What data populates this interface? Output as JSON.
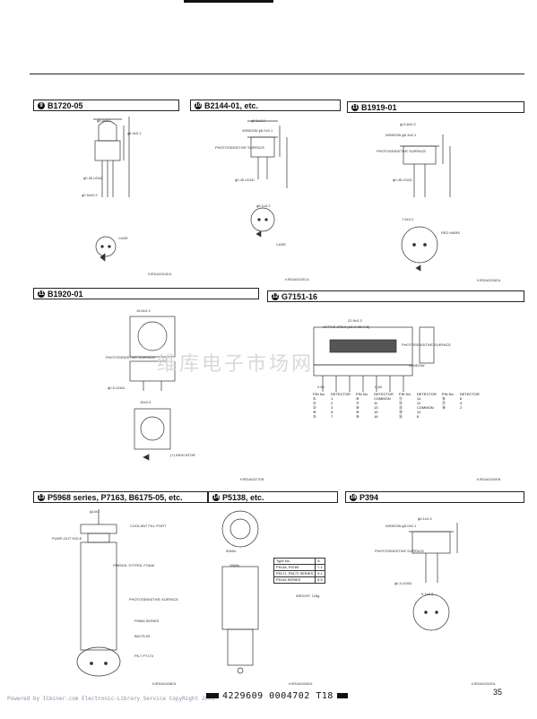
{
  "sections": [
    {
      "badge": "9",
      "title": "B1720-05",
      "code": "KIRDA0024EA"
    },
    {
      "badge": "10",
      "title": "B2144-01, etc.",
      "code": "KIRDA0025CA"
    },
    {
      "badge": "11",
      "title": "B1919-01",
      "code": "KIRDA0026EA"
    },
    {
      "badge": "11",
      "title": "B1920-01",
      "code": "KIRDA0027EB"
    },
    {
      "badge": "12",
      "title": "G7151-16",
      "code": "KIRDA0030EB"
    },
    {
      "badge": "13",
      "title": "P5968 series, P7163, B6175-05, etc.",
      "code": "KIRDA0028EA"
    },
    {
      "badge": "14",
      "title": "P5138, etc.",
      "code": "KIRDA0030EA"
    },
    {
      "badge": "16",
      "title": "P394",
      "code": "KIRDA0031EA"
    }
  ],
  "labels": {
    "b1720": {
      "dim1": "ϕ5.4±0.2",
      "dim2": "ϕ4.4±0.1",
      "lead": "ϕ0.45 LEAD",
      "pitch": "ϕ2.54±0.2",
      "case": "CASE"
    },
    "b2144": {
      "window": "WINDOW ϕ5.0±0.1",
      "surface": "PHOTOSENSITIVE SURFACE",
      "d1": "ϕ9.1±0.2",
      "d2": "ϕ8.1±0.1",
      "lead": "ϕ0.45 LEAD",
      "d3": "ϕ5.1±0.2",
      "case": "CASE"
    },
    "b1919": {
      "window": "WINDOW ϕ5.3±0.1",
      "surface": "PHOTOSENSITIVE SURFACE",
      "d1": "ϕ13.8±0.2",
      "d2": "ϕ12.4±0.2",
      "lead": "ϕ0.45 LEAD",
      "d3": "7.6±0.2",
      "mark": "RED MARK"
    },
    "b1920": {
      "d1": "15.5±0.3",
      "surface": "PHOTOSENSITIVE SURFACE",
      "lead": "ϕ0.5 LEAD",
      "d2": "15±0.3",
      "indicator": "(+) INDICATOR"
    },
    "g7151": {
      "d1": "22.9±0.3",
      "area": "ACTIVE AREA (16×0.05×0.5)",
      "surface": "PHOTOSENSITIVE SURFACE",
      "window": "WINDOW",
      "pitch": "2.54",
      "d2": "0.48"
    },
    "p5968": {
      "d1": "ϕ14±1",
      "pump": "PUMP-OUT HOLE",
      "coolant": "COOLANT FILL PORT",
      "surface": "PHOTOSENSITIVE SURFACE",
      "foam": "PHENOL STYROL FOAM",
      "s1": "P5968 SERIES",
      "s2": "B6175-05",
      "s3": "P6.7 P7174"
    },
    "p5138": {
      "d1": "50Min.",
      "d2": "26Min.",
      "weight": "WEIGHT: 118g"
    },
    "p394": {
      "window": "WINDOW ϕ5.0±0.1",
      "surface": "PHOTOSENSITIVE SURFACE",
      "d1": "ϕ9.1±0.3",
      "d2": "ϕ8.1±0.1",
      "lead": "ϕ0.4 LEAD",
      "d3": "5.1±0.2"
    }
  },
  "pin_table": {
    "headers": [
      "PIN No.",
      "DETECTOR",
      "PIN No.",
      "DETECTOR",
      "PIN No.",
      "DETECTOR",
      "PIN No.",
      "DETECTOR"
    ],
    "rows": [
      [
        "①",
        "1",
        "⑥",
        "COMMON",
        "⑪",
        "14",
        "⑯",
        "6"
      ],
      [
        "②",
        "2",
        "⑦",
        "11",
        "⑫",
        "12",
        "⑰",
        "4"
      ],
      [
        "③",
        "3",
        "⑧",
        "13",
        "⑬",
        "COMMON",
        "⑱",
        "2"
      ],
      [
        "④",
        "5",
        "⑨",
        "15",
        "⑭",
        "10",
        "",
        ""
      ],
      [
        "⑤",
        "7",
        "⑩",
        "16",
        "⑮",
        "8",
        "",
        ""
      ]
    ]
  },
  "type_table": {
    "header": [
      "Type No.",
      "A"
    ],
    "rows": [
      [
        "P5138, P5789",
        "7.1"
      ],
      [
        "P5171, P5172 SERIES",
        "9.1"
      ],
      [
        "P5145 SERIES",
        "5.5"
      ]
    ]
  },
  "watermark": "维库电子市场网",
  "footer": {
    "credit": "Powered by ICminer.com Electronic-Library Service CopyRight 2003",
    "barcode": "4229609 0004702 T18",
    "page": "35"
  }
}
